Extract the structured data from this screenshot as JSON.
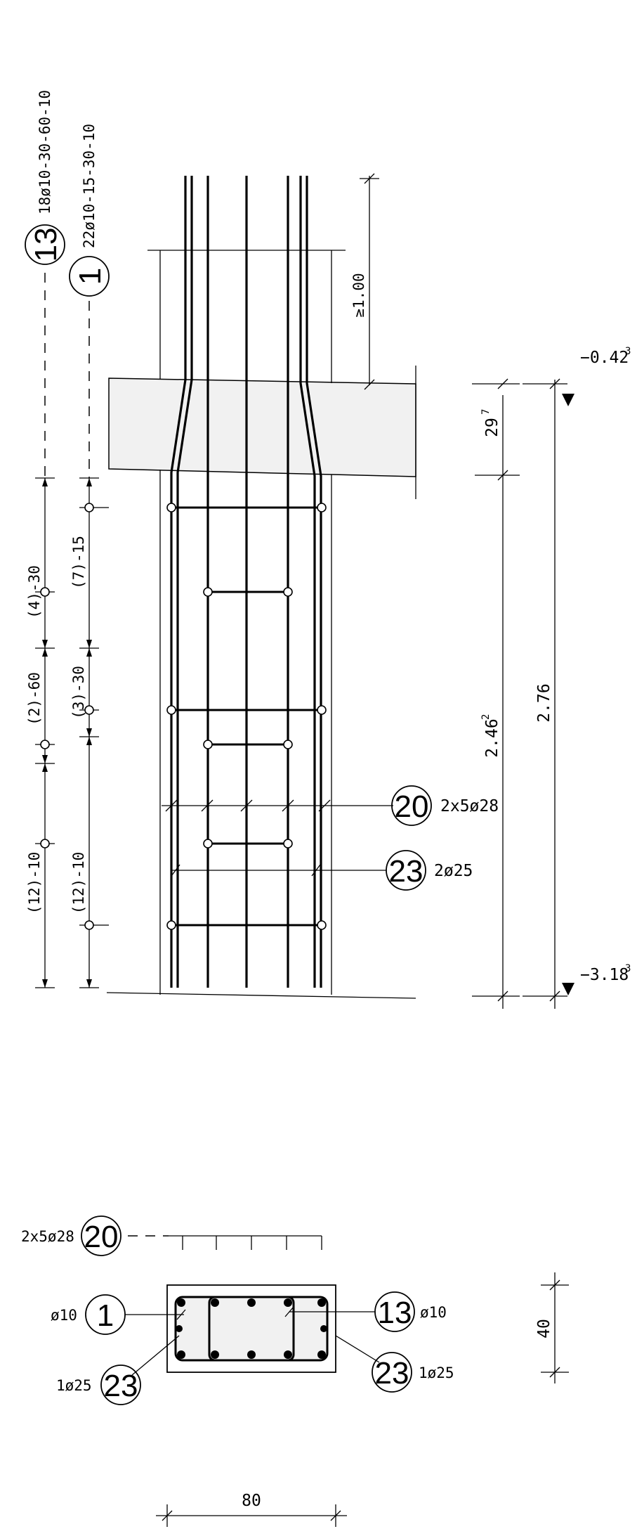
{
  "elevation": {
    "bar_13": {
      "number": "13",
      "spec": "18ø10-30-60-10"
    },
    "bar_1": {
      "number": "1",
      "spec": "22ø10-15-30-10"
    },
    "bar_20": {
      "number": "20",
      "spec": "2x5ø28"
    },
    "bar_23": {
      "number": "23",
      "spec": "2ø25"
    },
    "dim_anchorage": "≥1.00",
    "dim_slab": "29",
    "dim_slab_sup": "7",
    "dim_height": "2.46",
    "dim_height_sup": "2",
    "dim_total": "2.76",
    "level_top": "−0.42",
    "level_top_sup": "3",
    "level_bottom": "−3.18",
    "level_bottom_sup": "3",
    "spacing_left": [
      "(4)-30",
      "(2)-60",
      "(12)-10"
    ],
    "spacing_right": [
      "(7)-15",
      "(3)-30",
      "(12)-10"
    ]
  },
  "section": {
    "bar_20": {
      "number": "20",
      "spec": "2x5ø28"
    },
    "bar_1": {
      "number": "1",
      "spec": "ø10"
    },
    "bar_13": {
      "number": "13",
      "spec": "ø10"
    },
    "bar_23_left": {
      "number": "23",
      "spec": "1ø25"
    },
    "bar_23_right": {
      "number": "23",
      "spec": "1ø25"
    },
    "dim_width": "80",
    "dim_depth": "40"
  }
}
